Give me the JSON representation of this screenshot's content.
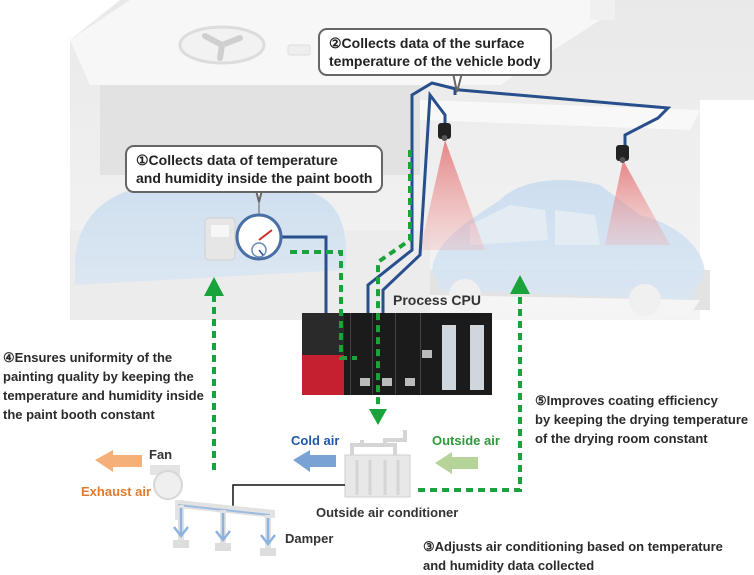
{
  "callouts": {
    "c1": {
      "line1": "①Collects data of temperature",
      "line2": "and humidity inside the paint booth"
    },
    "c2": {
      "line1": "②Collects data of the surface",
      "line2": "temperature of the vehicle body"
    }
  },
  "notes": {
    "n3": {
      "line1": "③Adjusts air conditioning based on temperature",
      "line2": "and humidity data collected"
    },
    "n4": {
      "line1": "④Ensures uniformity of the",
      "line2": "painting quality by keeping the",
      "line3": "temperature and humidity inside",
      "line4": "the paint booth constant"
    },
    "n5": {
      "line1": "⑤Improves coating efficiency",
      "line2": "by keeping the drying temperature",
      "line3": "of the drying room constant"
    }
  },
  "labels": {
    "process_cpu": "Process CPU",
    "cold_air": "Cold air",
    "outside_air": "Outside air",
    "outside_air_conditioner": "Outside air conditioner",
    "fan": "Fan",
    "exhaust_air": "Exhaust air",
    "damper": "Damper"
  },
  "colors": {
    "data_flow_green": "#1aa33a",
    "cable_blue": "#284f8c",
    "cold_air_blue": "#7aa3d4",
    "outside_air_green": "#b6d39a",
    "exhaust_orange": "#f5b07a",
    "cpu_red": "#c5202f"
  }
}
